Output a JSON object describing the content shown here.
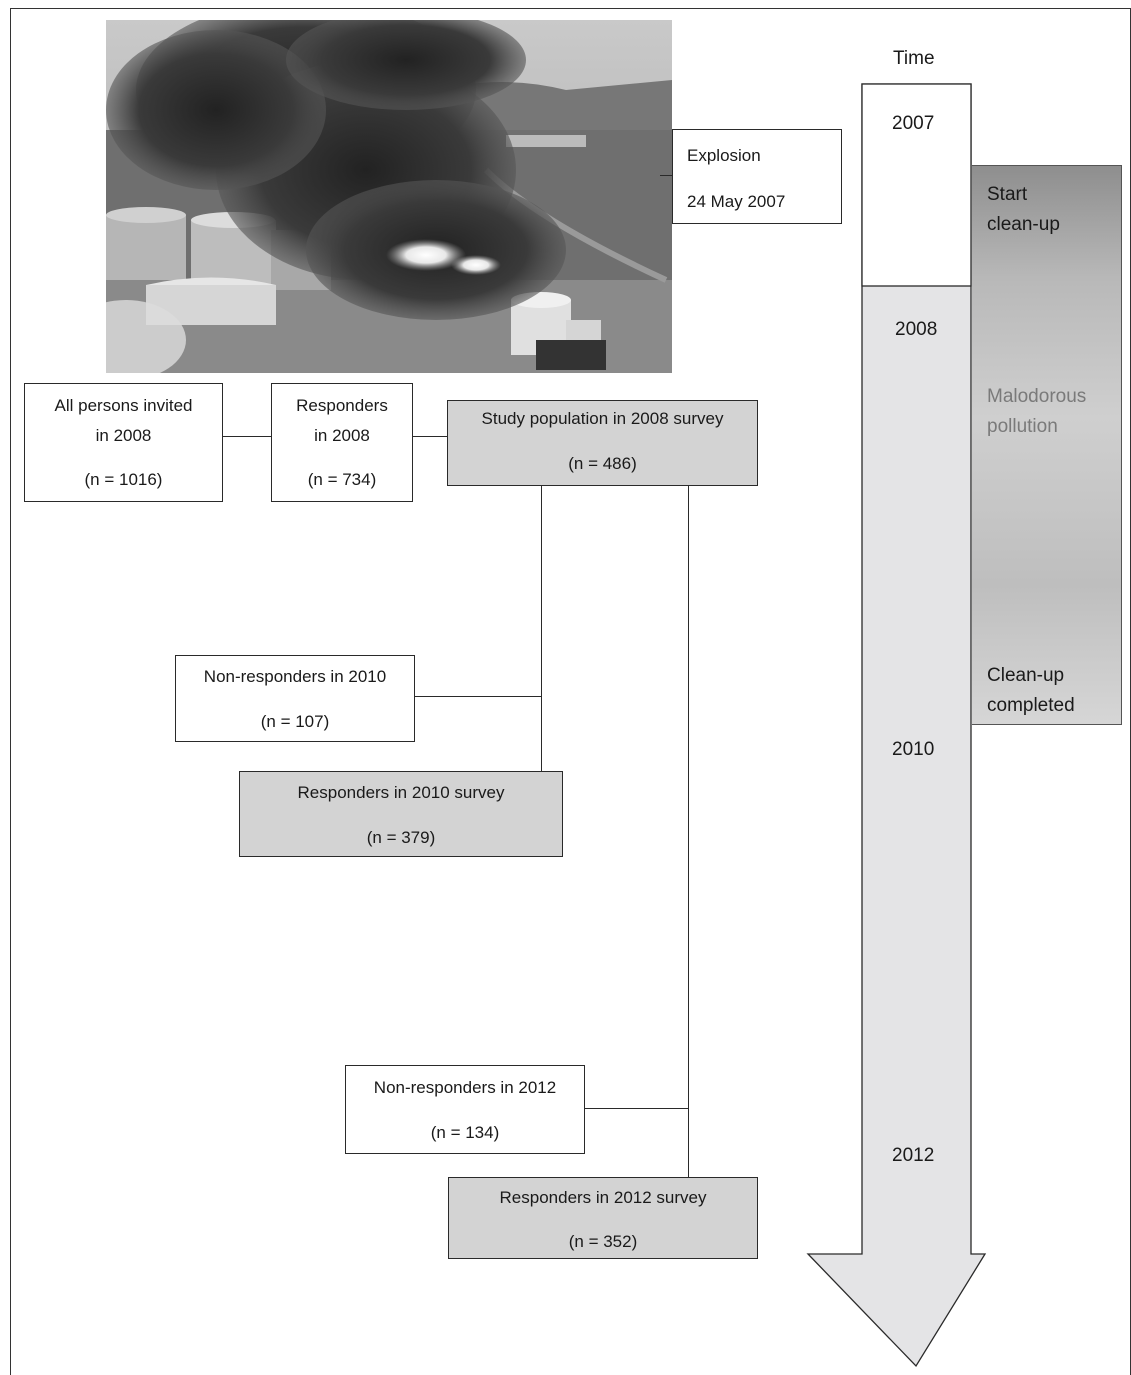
{
  "explosion": {
    "title": "Explosion",
    "date": "24 May 2007"
  },
  "timeline": {
    "header": "Time",
    "years": [
      "2007",
      "2008",
      "2010",
      "2012"
    ],
    "cleanup_start": [
      "Start",
      "clean-up"
    ],
    "pollution": [
      "Malodorous",
      "pollution"
    ],
    "cleanup_end": [
      "Clean-up",
      "completed"
    ]
  },
  "flow": {
    "invited": {
      "lines": [
        "All persons invited",
        "in 2008"
      ],
      "n": "(n = 1016)"
    },
    "responders2008": {
      "lines": [
        "Responders",
        "in 2008"
      ],
      "n": "(n = 734)"
    },
    "study_pop": {
      "title": "Study population in 2008 survey",
      "n": "(n = 486)"
    },
    "nonresp2010": {
      "title": "Non-responders in 2010",
      "n": "(n = 107)"
    },
    "resp2010": {
      "title": "Responders in 2010 survey",
      "n": "(n = 379)"
    },
    "nonresp2012": {
      "title": "Non-responders in 2012",
      "n": "(n = 134)"
    },
    "resp2012": {
      "title": "Responders in 2012 survey",
      "n": "(n = 352)"
    }
  },
  "colors": {
    "shaded_box": "#d3d3d3",
    "arrow_fill": "#e4e4e6",
    "band_dark": "#8c8c8c",
    "band_light": "#d4d4d4"
  }
}
